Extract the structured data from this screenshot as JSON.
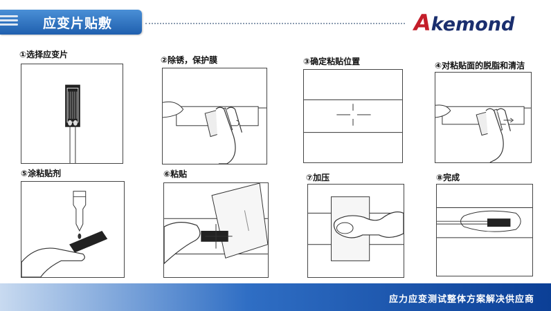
{
  "header": {
    "title": "应变片贴敷",
    "logo_text_a": "A",
    "logo_text_rest": "kemond"
  },
  "steps": [
    {
      "label": "①选择应变片"
    },
    {
      "label": "②除锈，保护膜"
    },
    {
      "label": "③确定粘贴位置"
    },
    {
      "label": "④对粘贴面的脱脂和清洁"
    },
    {
      "label": "⑤涂粘贴剂"
    },
    {
      "label": "⑥粘贴"
    },
    {
      "label": "⑦加压"
    },
    {
      "label": "⑧完成"
    }
  ],
  "footer": {
    "tagline": "应力应变测试整体方案解决供应商"
  },
  "colors": {
    "header_blue": "#2b6cc0",
    "logo_red": "#c41e2a",
    "logo_navy": "#1a2e6e",
    "footer_dark": "#0b3f96"
  }
}
